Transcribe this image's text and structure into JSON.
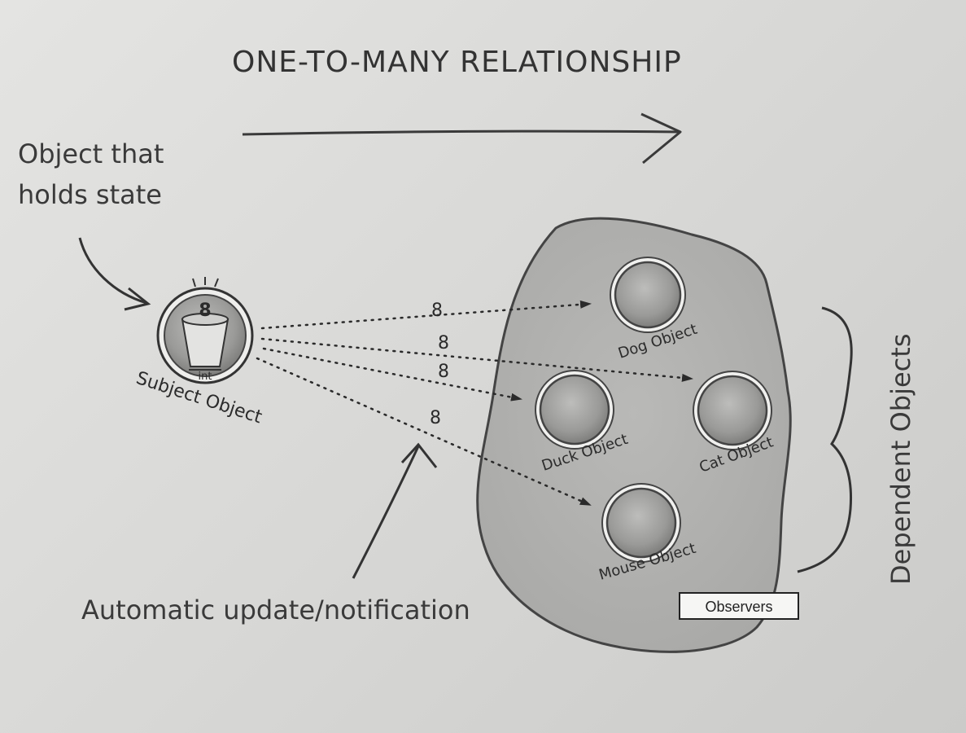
{
  "diagram": {
    "title": "ONE-TO-MANY RELATIONSHIP",
    "state_holder_note": [
      "Object that",
      "holds state"
    ],
    "notification_note": "Automatic update/notification",
    "dependent_label": "Dependent Objects",
    "observers_box": "Observers",
    "subject": {
      "label": "Subject Object",
      "value": "8",
      "type_label": "int"
    },
    "observers": [
      {
        "id": "dog",
        "label": "Dog Object"
      },
      {
        "id": "duck",
        "label": "Duck Object"
      },
      {
        "id": "cat",
        "label": "Cat Object"
      },
      {
        "id": "mouse",
        "label": "Mouse Object"
      }
    ],
    "messages": [
      "8",
      "8",
      "8",
      "8"
    ]
  }
}
